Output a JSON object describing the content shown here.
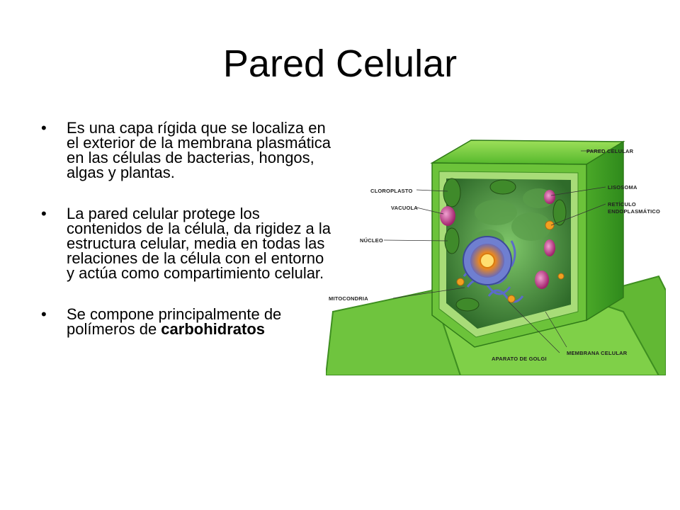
{
  "title": "Pared Celular",
  "bullet_glyph": "•",
  "bullets": [
    {
      "text": "Es una capa rígida que se localiza en el exterior de la membrana plasmática en las células de bacterias, hongos, algas y plantas."
    },
    {
      "text": "La pared celular protege los contenidos de la célula, da rigidez a la estructura celular, media en todas las relaciones de la célula con el entorno y actúa como compartimiento celular."
    },
    {
      "text_before": "Se compone principalmente de polímeros de ",
      "bold": "carbohidratos"
    }
  ],
  "diagram": {
    "labels": {
      "pared_celular": "PARED CELULAR",
      "lisosoma": "LISOSOMA",
      "reticulo_1": "RETÍCULO",
      "reticulo_2": "ENDOPLASMÁTICO",
      "cloroplasto": "CLOROPLASTO",
      "vacuola": "VACUOLA",
      "nucleo": "NÚCLEO",
      "mitocondria": "MITOCONDRIA",
      "aparato_golgi": "APARATO DE GOLGI",
      "membrana_celular": "MEMBRANA CELULAR"
    }
  }
}
